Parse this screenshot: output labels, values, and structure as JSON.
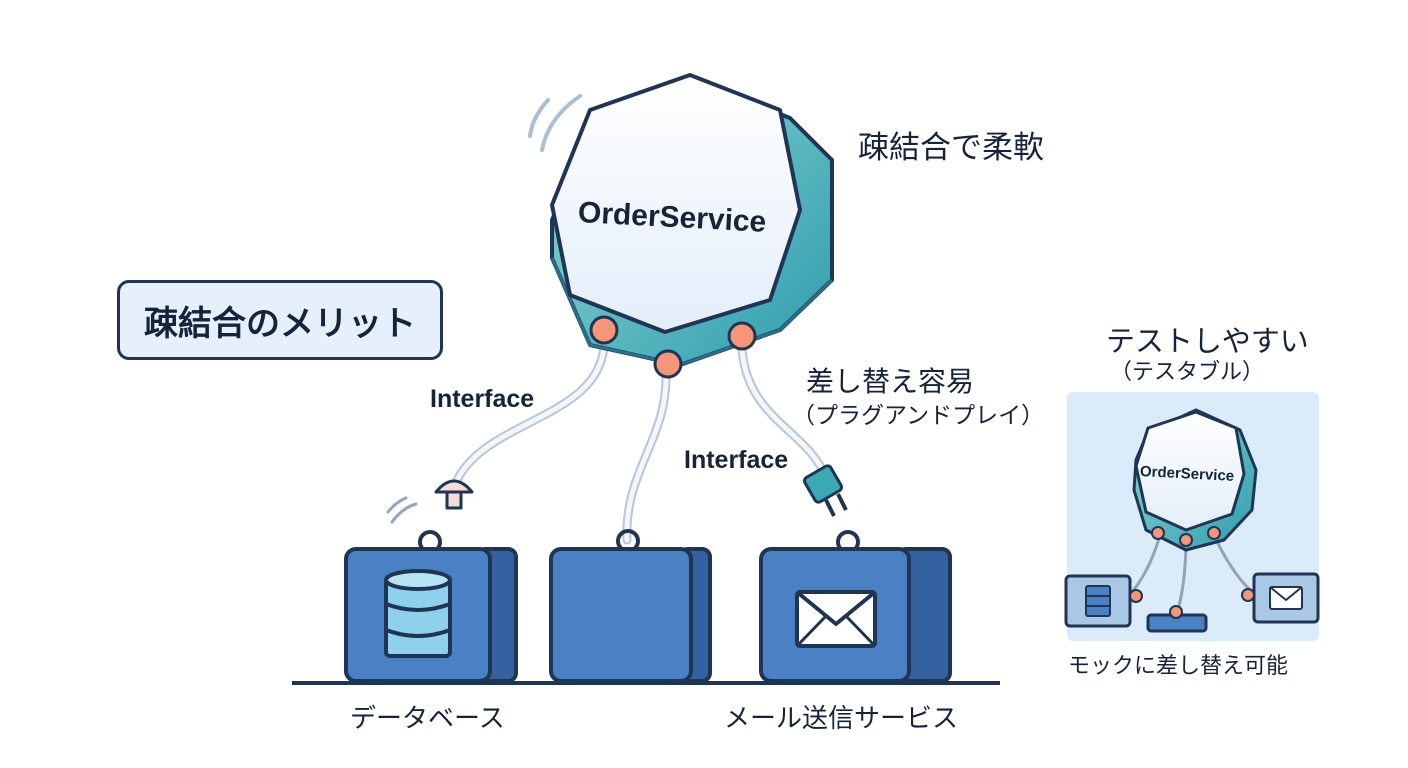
{
  "main": {
    "service_name": "OrderService",
    "flexible_label": "疎結合で柔軟",
    "merit_title": "疎結合のメリット",
    "interface_left": "Interface",
    "interface_right": "Interface",
    "swap_title": "差し替え容易",
    "swap_subtitle": "（プラグアンドプレイ）",
    "database_label": "データベース",
    "mail_label": "メール送信サービス"
  },
  "test_panel": {
    "title": "テストしやすい",
    "subtitle": "（テスタブル）",
    "service_name": "OrderService",
    "caption": "モックに差し替え可能"
  },
  "colors": {
    "navy": "#1f3553",
    "teal": "#3aa9b4",
    "teal_light": "#7fd0cf",
    "box_blue": "#4a80c4",
    "box_side": "#3462a0",
    "db_blue": "#8fd0ec",
    "knob_orange": "#f5957a",
    "panel_bg": "#dcebf9",
    "title_bg": "#e6f0fa"
  },
  "icons": [
    "database-icon",
    "mail-icon",
    "plug-icon",
    "power-plug-icon",
    "motion-lines"
  ]
}
